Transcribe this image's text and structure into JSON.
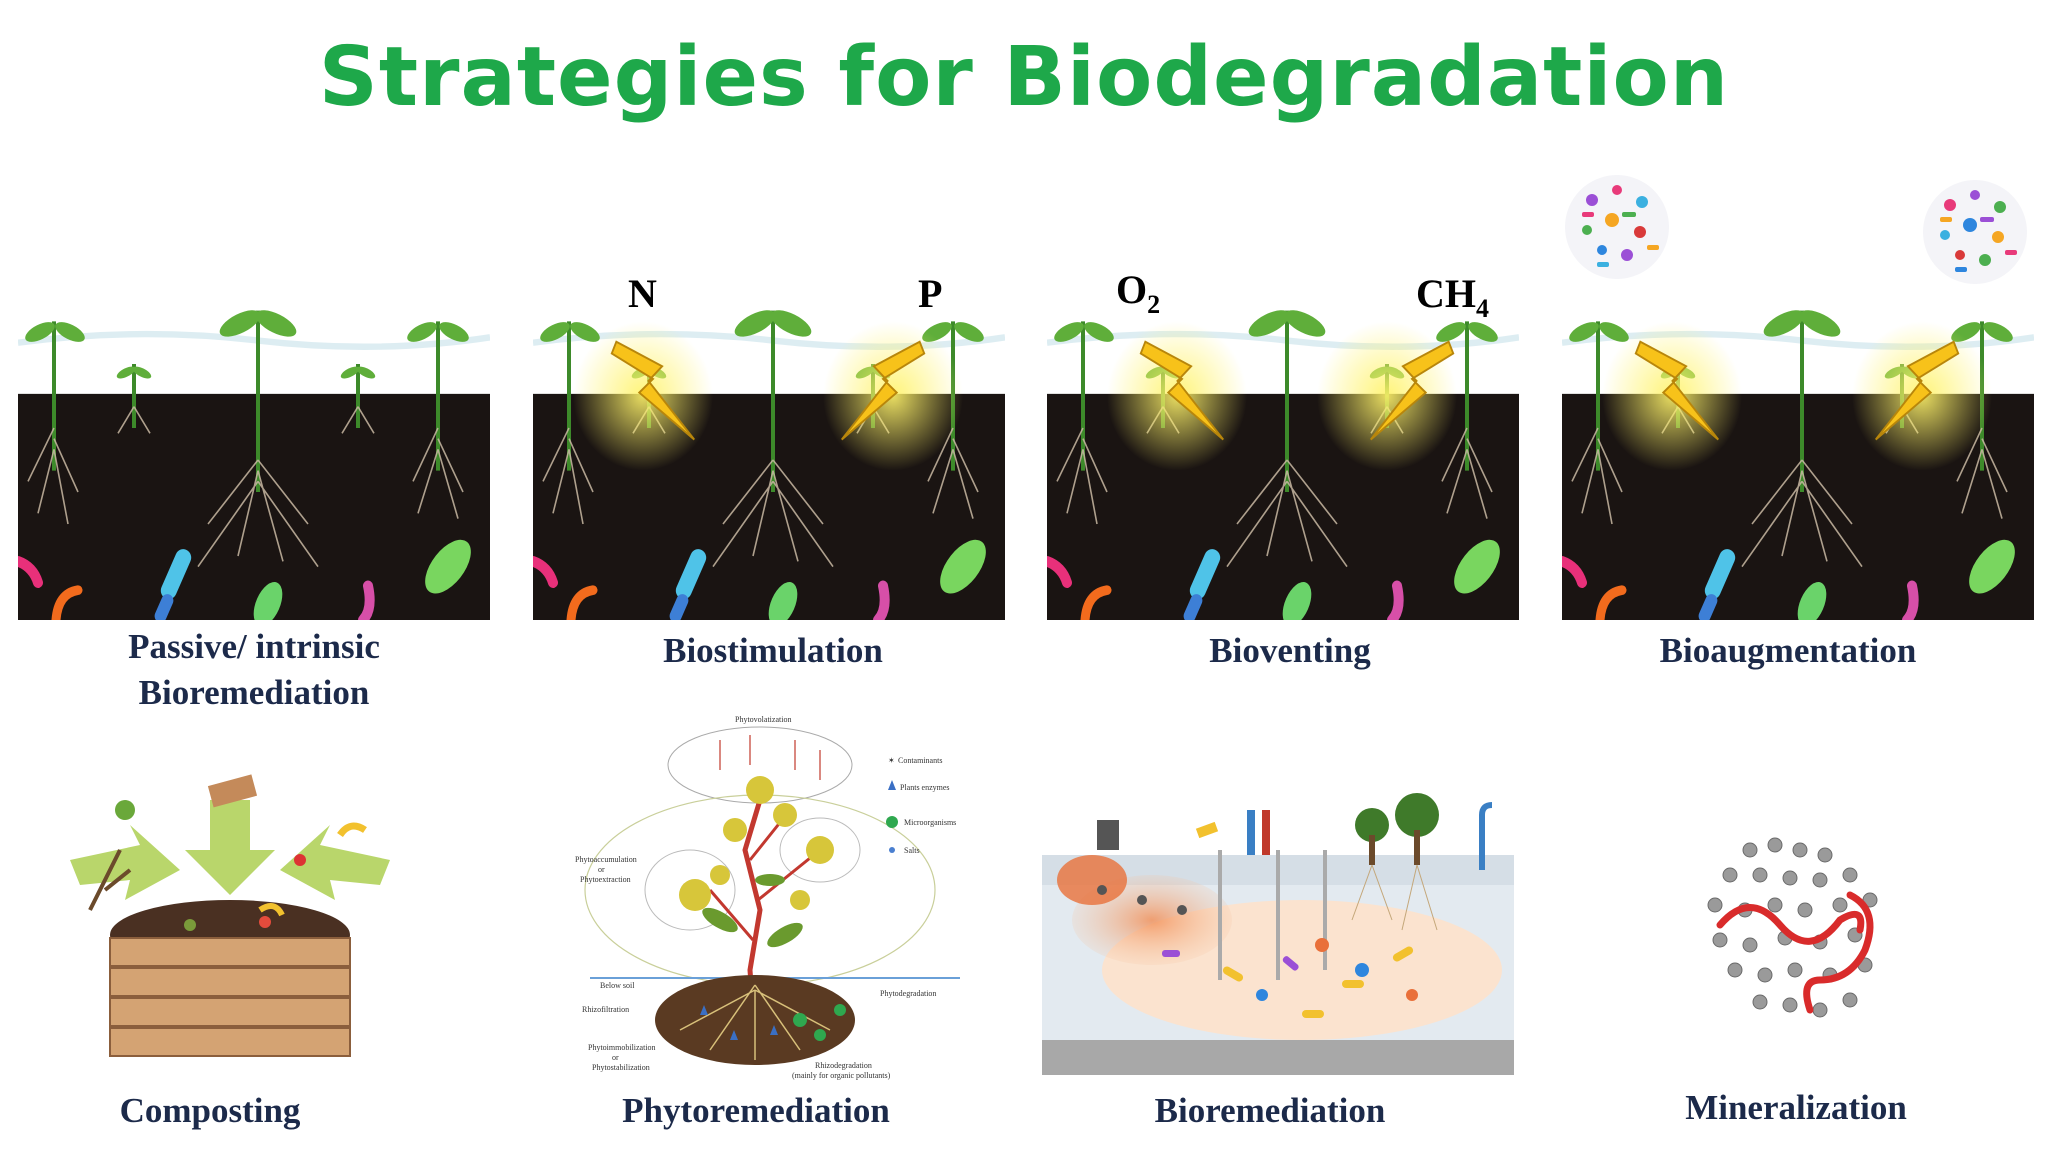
{
  "title": "Strategies for Biodegradation",
  "top_panels": [
    {
      "caption_line1": "Passive/ intrinsic",
      "caption_line2": "Bioremediation"
    },
    {
      "caption": "Biostimulation",
      "left_label": "N",
      "right_label": "P"
    },
    {
      "caption": "Bioventing",
      "left_label_main": "O",
      "left_label_sub": "2",
      "right_label_main": "CH",
      "right_label_sub": "4"
    },
    {
      "caption": "Bioaugmentation"
    }
  ],
  "bottom_panels": [
    {
      "caption": "Composting"
    },
    {
      "caption": "Phytoremediation",
      "labels": {
        "phytovolatization": "Phytovolatization",
        "contaminants": "Contaminants",
        "plants_enzymes": "Plants enzymes",
        "microorganisms": "Microorganisms",
        "salts": "Salts",
        "phytoaccumulation": "Phytoaccumulation",
        "or1": "or",
        "phytoextraction": "Phytoextraction",
        "below_soil": "Below soil",
        "rhizofiltration": "Rhizofiltration",
        "phytoimmobilization": "Phytoimmobilization",
        "or2": "or",
        "phytostabilization": "Phytostabilization",
        "phytodegradation": "Phytodegradation",
        "rhizodegradation": "Rhizodegradation",
        "rhizo_note": "(mainly for organic pollutants)"
      }
    },
    {
      "caption": "Bioremediation"
    },
    {
      "caption": "Mineralization"
    }
  ],
  "colors": {
    "title_green": "#1ea84a",
    "caption_navy": "#1c2a4a",
    "soil": "#1a1412",
    "bolt": "#f7c21a"
  }
}
